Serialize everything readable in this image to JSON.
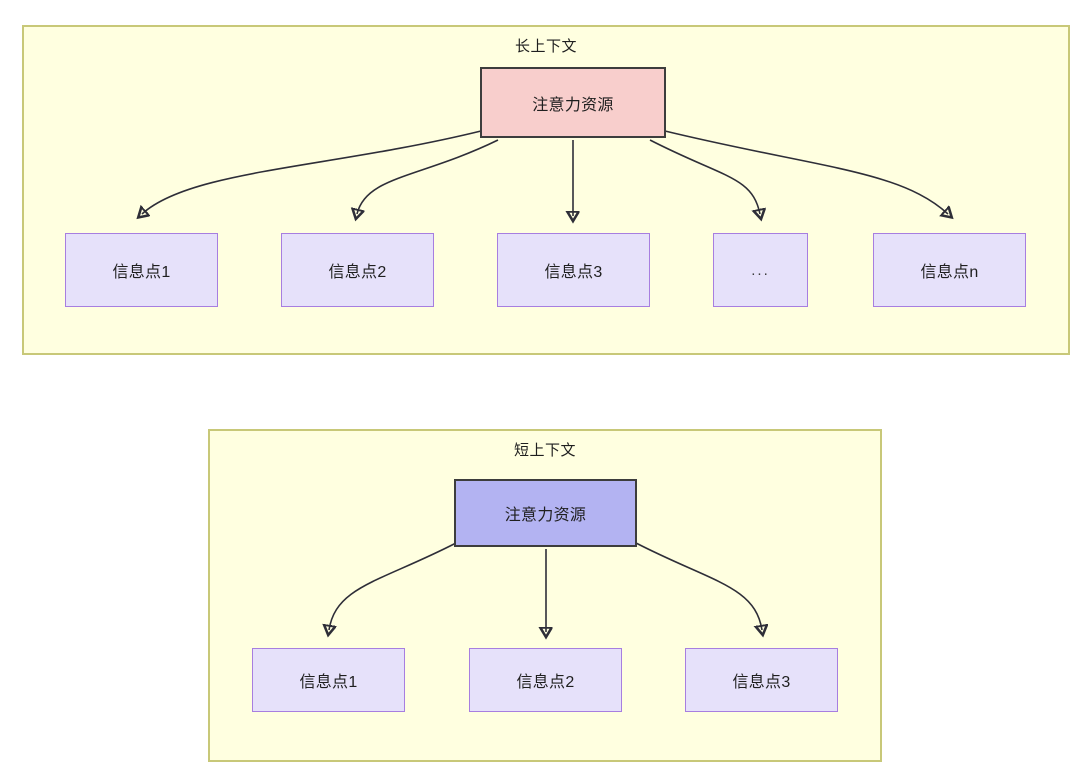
{
  "diagram": {
    "type": "node-link-diagram",
    "background_color": "#ffffff",
    "panel_fill": "#ffffe0",
    "panel_border": "#c8c878",
    "edge_color": "#2e2e38"
  },
  "panels": [
    {
      "id": "long-context",
      "title": "长上下文",
      "root": {
        "label": "注意力资源",
        "fill": "#f8cecc",
        "border": "#3d3d3d"
      },
      "children": [
        {
          "label": "信息点1",
          "fill": "#e6e1fa",
          "border": "#a77ee0"
        },
        {
          "label": "信息点2",
          "fill": "#e6e1fa",
          "border": "#a77ee0"
        },
        {
          "label": "信息点3",
          "fill": "#e6e1fa",
          "border": "#a77ee0"
        },
        {
          "label": "...",
          "fill": "#e6e1fa",
          "border": "#a77ee0"
        },
        {
          "label": "信息点n",
          "fill": "#e6e1fa",
          "border": "#a77ee0"
        }
      ]
    },
    {
      "id": "short-context",
      "title": "短上下文",
      "root": {
        "label": "注意力资源",
        "fill": "#b3b3f2",
        "border": "#3d3d3d"
      },
      "children": [
        {
          "label": "信息点1",
          "fill": "#e6e1fa",
          "border": "#a77ee0"
        },
        {
          "label": "信息点2",
          "fill": "#e6e1fa",
          "border": "#a77ee0"
        },
        {
          "label": "信息点3",
          "fill": "#e6e1fa",
          "border": "#a77ee0"
        }
      ]
    }
  ]
}
